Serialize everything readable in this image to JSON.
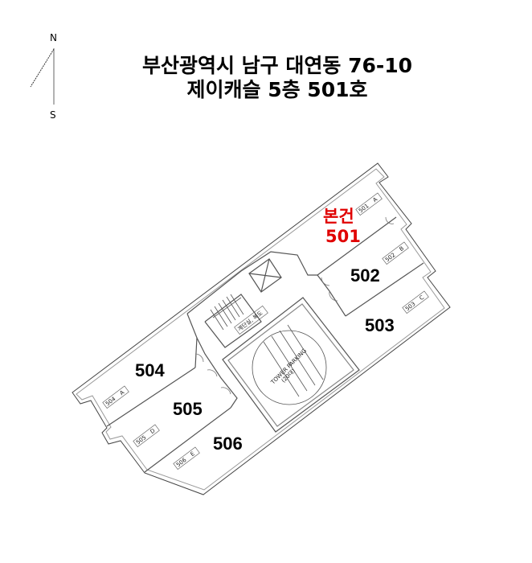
{
  "title": {
    "line1": "부산광역시 남구 대연동 76-10",
    "line2": "제이캐슬 5층 501호"
  },
  "compass": {
    "north": "N",
    "south": "S"
  },
  "highlight": {
    "label": "본건",
    "unit": "501",
    "color": "#e00000"
  },
  "units": [
    {
      "label": "502",
      "tag_no": "502",
      "tag_letter": "B"
    },
    {
      "label": "503",
      "tag_no": "503",
      "tag_letter": "C"
    },
    {
      "label": "504",
      "tag_no": "504",
      "tag_letter": "A"
    },
    {
      "label": "505",
      "tag_no": "505",
      "tag_letter": "D"
    },
    {
      "label": "506",
      "tag_no": "506",
      "tag_letter": "E"
    }
  ],
  "unit501_tag": {
    "tag_no": "501",
    "tag_letter": "A"
  },
  "core": {
    "stair_label": "계단실, 복도",
    "parking_label": "TOWER PARKING",
    "parking_count": "(20대)"
  }
}
